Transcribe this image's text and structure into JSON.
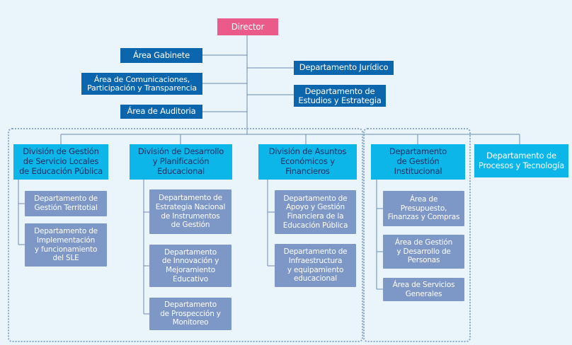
{
  "director": "Director",
  "left_areas": [
    "Área Gabinete",
    "Área de Comunicaciones,\nParticipación y Transparencia",
    "Área de Auditoria"
  ],
  "right_departments": [
    "Departamento Jurídico",
    "Departamento de\nEstudios y Estrategia"
  ],
  "divisions": [
    {
      "title": "División de Gestión\nde Servicio Locales\nde Educación Pública",
      "departments": [
        "Departamento de\nGestión Territotial",
        "Departamento de\nImplementación\ny funcionamiento\ndel SLE"
      ]
    },
    {
      "title": "División de Desarrollo\ny Planificación\nEducacional",
      "departments": [
        "Departamento de\nEstrategia Nacional\nde Instrumentos\nde Gestión",
        "Departamento\nde Innovación y\nMejoramiento\nEducativo",
        "Departamento\nde Prospección y\nMonitoreo"
      ]
    },
    {
      "title": "División de Asuntos\nEconómicos y\nFinancieros",
      "departments": [
        "Departamento de\nApoyo y Gestión\nFinanciera de la\nEducación Pública",
        "Departamento de\nInfraestructura\ny equipamiento\neducacional"
      ]
    },
    {
      "title": "Departamento\nde Gestión\nInstitucional",
      "departments": [
        "Área de\nPresupuesto,\nFinanzas y Compras",
        "Área de Gestión\ny Desarrollo de\nPersonas",
        "Área de Servicios\nGenerales"
      ]
    }
  ],
  "standalone_department": "Departamento de\nProcesos y Tecnología",
  "colors": {
    "background": "#e9f4fb",
    "director": "#ea5b89",
    "top_units": "#0c66ad",
    "divisions": "#0db6e8",
    "sub_units": "#7d97c7",
    "connectors": "#6b8cb7",
    "dotted_frame": "#8aa7cc"
  }
}
